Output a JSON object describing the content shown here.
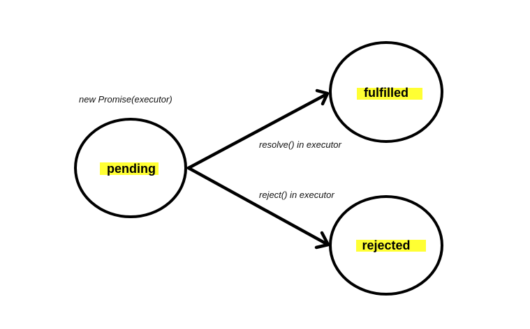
{
  "diagram": {
    "initial_label": "new Promise(executor)",
    "states": {
      "pending": "pending",
      "fulfilled": "fulfilled",
      "rejected": "rejected"
    },
    "transitions": {
      "resolve": "resolve() in executor",
      "reject": "reject() in executor"
    }
  },
  "colors": {
    "highlight": "#ffff33",
    "stroke": "#000000",
    "background": "#ffffff"
  }
}
